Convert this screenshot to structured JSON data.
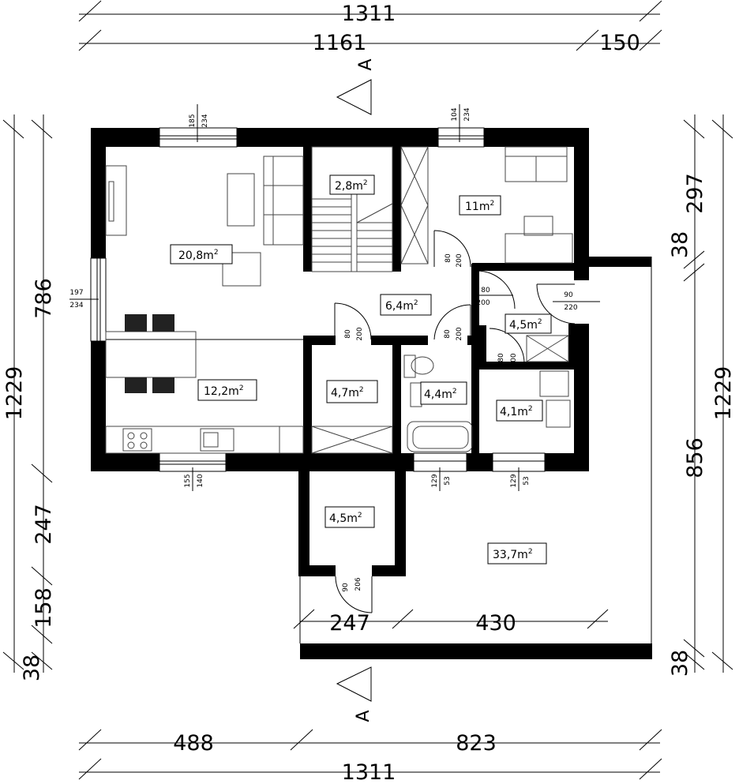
{
  "dimensions": {
    "top_total": "1311",
    "top_a": "1161",
    "top_b": "150",
    "bottom_a": "488",
    "bottom_b": "823",
    "bottom_total": "1311",
    "left_total": "1229",
    "left_a": "786",
    "left_b": "247",
    "left_c": "158",
    "left_d": "38",
    "right_a": "297",
    "right_b": "38",
    "right_c": "856",
    "right_d": "38",
    "right_total": "1229",
    "terrace_a": "247",
    "terrace_b": "430"
  },
  "section_marker": "A",
  "area_unit_sup": "2",
  "rooms": [
    {
      "area": "20,8m"
    },
    {
      "area": "2,8m"
    },
    {
      "area": "11m"
    },
    {
      "area": "6,4m"
    },
    {
      "area": "4,5m"
    },
    {
      "area": "12,2m"
    },
    {
      "area": "4,7m"
    },
    {
      "area": "4,4m"
    },
    {
      "area": "4,1m"
    },
    {
      "area": "4,5m"
    },
    {
      "area": "33,7m"
    }
  ],
  "openings": [
    {
      "top": "185",
      "bottom": "234"
    },
    {
      "top": "104",
      "bottom": "234"
    },
    {
      "top": "197",
      "bottom": "234"
    },
    {
      "top": "155",
      "bottom": "140"
    },
    {
      "top": "129",
      "bottom": "53"
    },
    {
      "top": "129",
      "bottom": "53"
    },
    {
      "top": "80",
      "bottom": "200"
    },
    {
      "top": "80",
      "bottom": "200"
    },
    {
      "top": "80",
      "bottom": "200"
    },
    {
      "top": "80",
      "bottom": "200"
    },
    {
      "top": "90",
      "bottom": "220"
    },
    {
      "top": "80",
      "bottom": "200"
    },
    {
      "top": "90",
      "bottom": "206"
    }
  ]
}
